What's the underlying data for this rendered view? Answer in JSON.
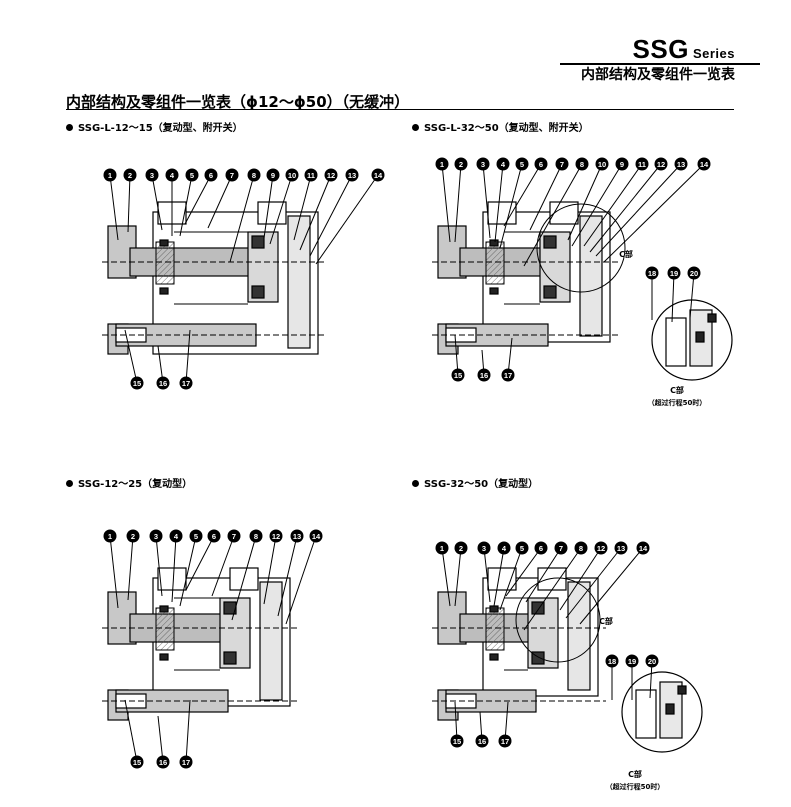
{
  "header": {
    "series_name": "SSG",
    "series_suffix": "Series",
    "subtitle": "内部结构及零组件一览表"
  },
  "heading": "内部结构及零组件一览表（ϕ12〜ϕ50）（无缓冲）",
  "sections": [
    {
      "label": "SSG-L-12〜15（复动型、附开关）"
    },
    {
      "label": "SSG-L-32〜50（复动型、附开关）"
    },
    {
      "label": "SSG-12〜25（复动型）"
    },
    {
      "label": "SSG-32〜50（复动型）"
    }
  ],
  "diagrams": {
    "d1": {
      "top": [
        "1",
        "2",
        "3",
        "4",
        "5",
        "6",
        "7",
        "8",
        "9",
        "10",
        "11",
        "12",
        "13",
        "14"
      ],
      "bottom": [
        "15",
        "16",
        "17"
      ]
    },
    "d2": {
      "top": [
        "1",
        "2",
        "3",
        "4",
        "5",
        "6",
        "7",
        "8",
        "10",
        "9",
        "11",
        "12",
        "13",
        "14"
      ],
      "bottom": [
        "15",
        "16",
        "17"
      ],
      "detail": [
        "18",
        "19",
        "20"
      ],
      "c_label": "C部",
      "detail_caption": "C部",
      "detail_note": "（超过行程50时）"
    },
    "d3": {
      "top": [
        "1",
        "2",
        "3",
        "4",
        "5",
        "6",
        "7",
        "8",
        "12",
        "13",
        "14"
      ],
      "bottom": [
        "15",
        "16",
        "17"
      ]
    },
    "d4": {
      "top": [
        "1",
        "2",
        "3",
        "4",
        "5",
        "6",
        "7",
        "8",
        "12",
        "13",
        "14"
      ],
      "bottom": [
        "15",
        "16",
        "17"
      ],
      "detail": [
        "18",
        "19",
        "20"
      ],
      "c_label": "C部",
      "detail_caption": "C部",
      "detail_note": "（超过行程50时）"
    }
  }
}
